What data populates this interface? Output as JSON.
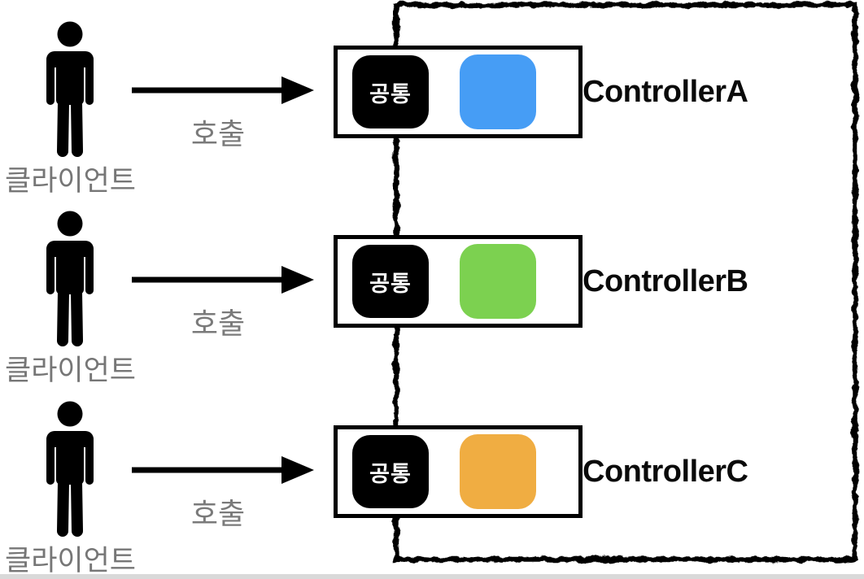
{
  "diagram": {
    "rows": [
      {
        "client_label": "클라이언트",
        "call_label": "호출",
        "common_label": "공통",
        "controller_label": "ControllerA",
        "accent_color": "#469df5"
      },
      {
        "client_label": "클라이언트",
        "call_label": "호출",
        "common_label": "공통",
        "controller_label": "ControllerB",
        "accent_color": "#7cd150"
      },
      {
        "client_label": "클라이언트",
        "call_label": "호출",
        "common_label": "공통",
        "controller_label": "ControllerC",
        "accent_color": "#f0ad42"
      }
    ],
    "colors": {
      "boundary_stroke": "#000000",
      "label_gray": "#767676",
      "badge_background": "#000000",
      "badge_text": "#ffffff"
    }
  }
}
